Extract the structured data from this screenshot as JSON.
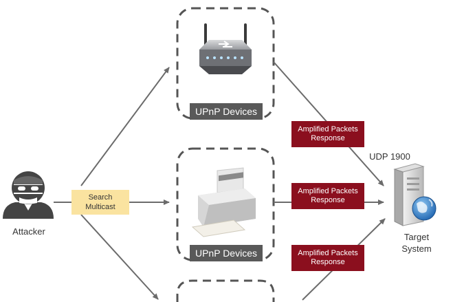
{
  "attacker": {
    "label": "Attacker",
    "icon": "hacker-icon"
  },
  "search": {
    "line1": "Search",
    "line2": "Multicast"
  },
  "devices": [
    {
      "label": "UPnP Devices",
      "icon": "router-icon"
    },
    {
      "label": "UPnP Devices",
      "icon": "printer-icon"
    },
    {
      "label": "",
      "icon": ""
    }
  ],
  "responses": [
    {
      "line1": "Amplified Packets",
      "line2": "Response"
    },
    {
      "line1": "Amplified Packets",
      "line2": "Response"
    },
    {
      "line1": "Amplified Packets",
      "line2": "Response"
    }
  ],
  "port": "UDP 1900",
  "target": {
    "line1": "Target",
    "line2": "System",
    "icon": "server-globe-icon"
  },
  "colors": {
    "response_fill": "#8b0f1e",
    "search_fill": "#fae3a0",
    "device_label_fill": "#595959",
    "dash_box": "#555555",
    "arrows": "#6b6b6b"
  }
}
